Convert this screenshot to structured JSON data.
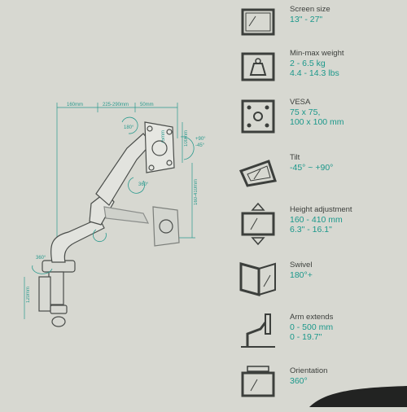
{
  "dimensions": {
    "top_left": "160mm",
    "top_mid": "225-290mm",
    "top_right": "50mm",
    "vesa_height": "100mm",
    "vesa_width": "75mm",
    "height_range": "160-410mm",
    "clamp_height": "120mm",
    "swivel_top": "180°",
    "tilt_pos": "+90°",
    "tilt_neg": "-45°",
    "rot_360": "360°",
    "base_360": "360°"
  },
  "specs": [
    {
      "icon": "screen-icon",
      "label": "Screen size",
      "values": [
        "13\" - 27\""
      ]
    },
    {
      "icon": "weight-icon",
      "label": "Min-max weight",
      "values": [
        "2 - 6.5 kg",
        "4.4 - 14.3 lbs"
      ]
    },
    {
      "icon": "vesa-icon",
      "label": "VESA",
      "values": [
        "75 x 75,",
        "100 x 100 mm"
      ]
    },
    {
      "icon": "tilt-icon",
      "label": "Tilt",
      "values": [
        "-45° ~ +90°"
      ]
    },
    {
      "icon": "height-adjust-icon",
      "label": "Height adjustment",
      "values": [
        "160 - 410 mm",
        "6.3\" - 16.1\""
      ]
    },
    {
      "icon": "swivel-icon",
      "label": "Swivel",
      "values": [
        "180°+"
      ]
    },
    {
      "icon": "arm-extend-icon",
      "label": "Arm extends",
      "values": [
        "0 - 500 mm",
        "0 - 19.7\""
      ]
    },
    {
      "icon": "orientation-icon",
      "label": "Orientation",
      "values": [
        "360°"
      ]
    }
  ],
  "colors": {
    "accent": "#1b988b",
    "background": "#d7d8d1",
    "text": "#3c3f3c"
  }
}
